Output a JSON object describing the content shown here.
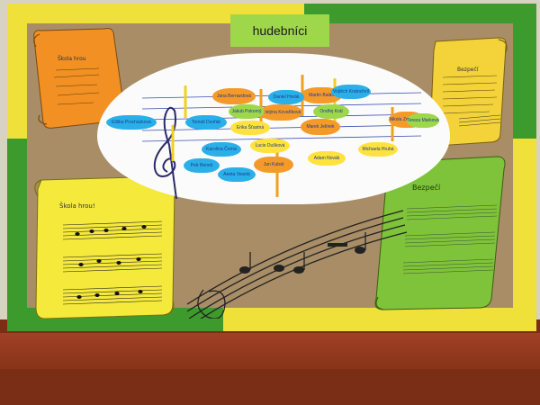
{
  "title": "hudebníci",
  "scroll_top_left": {
    "heading": "Škola hrou",
    "color": "#f29023"
  },
  "scroll_top_right": {
    "heading": "Bezpečí",
    "color": "#f3d23a"
  },
  "scroll_bottom_left": {
    "heading": "Škola hrou!",
    "color": "#f5e93c"
  },
  "scroll_bottom_right": {
    "heading": "Bezpečí",
    "color": "#7ec33a"
  },
  "leaves": [
    {
      "text": "Jana Bernardová",
      "color": "#f59a2a"
    },
    {
      "text": "Martin Baláš",
      "color": "#f59a2a"
    },
    {
      "text": "Kristýna Kovaříková",
      "color": "#f59a2a"
    },
    {
      "text": "Marek Jelínek",
      "color": "#f59a2a"
    },
    {
      "text": "Nikola Zemanová",
      "color": "#f59a2a"
    },
    {
      "text": "Jan Kubát",
      "color": "#f59a2a"
    },
    {
      "text": "Erika Šťastná",
      "color": "#ffe23d"
    },
    {
      "text": "Lucie Dušková",
      "color": "#ffe23d"
    },
    {
      "text": "Adam Novák",
      "color": "#ffe23d"
    },
    {
      "text": "Michaela Hrubá",
      "color": "#ffe23d"
    },
    {
      "text": "Eliška Procházková",
      "color": "#2ab0e8"
    },
    {
      "text": "Tomáš Dvořák",
      "color": "#2ab0e8"
    },
    {
      "text": "Karolína Černá",
      "color": "#2ab0e8"
    },
    {
      "text": "Petr Beneš",
      "color": "#2ab0e8"
    },
    {
      "text": "Aneta Veselá",
      "color": "#2ab0e8"
    },
    {
      "text": "Vojtěch Kratochvíl",
      "color": "#2ab0e8"
    },
    {
      "text": "Daniel Horák",
      "color": "#2ab0e8"
    },
    {
      "text": "Jakub Pokorný",
      "color": "#9ed84a"
    },
    {
      "text": "Tereza Marková",
      "color": "#9ed84a"
    },
    {
      "text": "Ondřej Král",
      "color": "#9ed84a"
    }
  ]
}
